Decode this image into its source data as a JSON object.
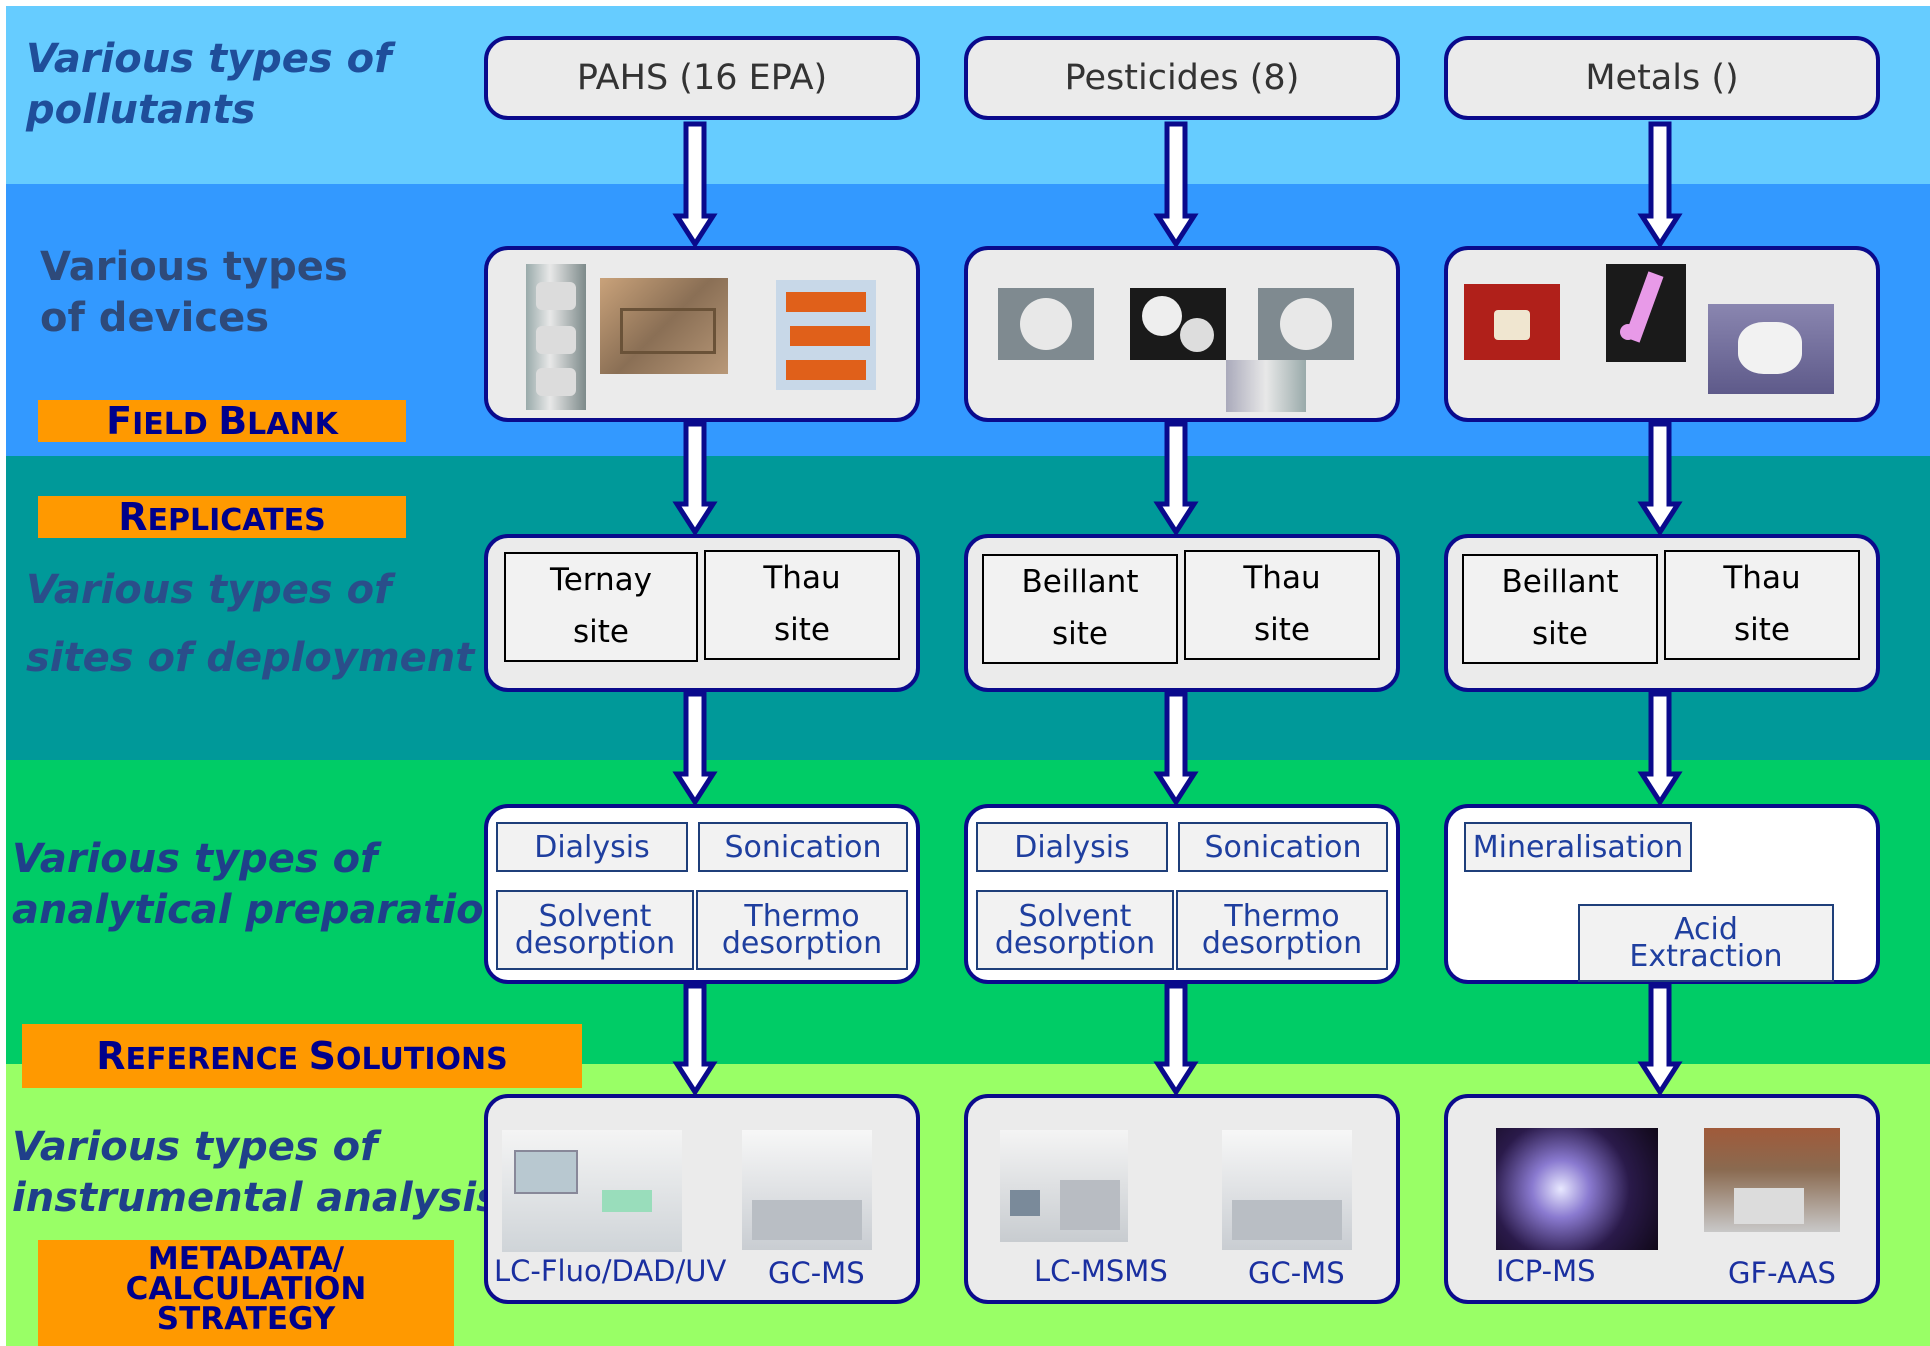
{
  "row_labels": {
    "pollutants": [
      "Various types of",
      "pollutants"
    ],
    "devices": [
      "Various types",
      "of devices"
    ],
    "sites": [
      "Various types of",
      "sites of deployment"
    ],
    "preparation": [
      "Various types of",
      "analytical preparation"
    ],
    "instrumental": [
      "Various types of",
      "instrumental analysis"
    ]
  },
  "tags": {
    "field_blank": {
      "first": "F",
      "rest": "IELD ",
      "first2": "B",
      "rest2": "LANK"
    },
    "replicates": {
      "first": "R",
      "rest": "EPLICATES"
    },
    "reference_solutions": {
      "first": "R",
      "rest": "EFERENCE ",
      "first2": "S",
      "rest2": "OLUTIONS"
    },
    "metadata": [
      "METADATA/",
      "CALCULATION",
      "STRATEGY"
    ]
  },
  "columns": [
    {
      "pollutant": "PAHS (16 EPA)",
      "sites": [
        [
          "Ternay",
          "site"
        ],
        [
          "Thau",
          "site"
        ]
      ],
      "prep": [
        [
          "Dialysis"
        ],
        [
          "Sonication"
        ],
        [
          "Solvent",
          "desorption"
        ],
        [
          "Thermo",
          "desorption"
        ]
      ],
      "instruments": [
        "LC-Fluo/DAD/UV",
        "GC-MS"
      ]
    },
    {
      "pollutant": "Pesticides (8)",
      "sites": [
        [
          "Beillant",
          "site"
        ],
        [
          "Thau",
          "site"
        ]
      ],
      "prep": [
        [
          "Dialysis"
        ],
        [
          "Sonication"
        ],
        [
          "Solvent",
          "desorption"
        ],
        [
          "Thermo",
          "desorption"
        ]
      ],
      "instruments": [
        "LC-MSMS",
        "GC-MS"
      ]
    },
    {
      "pollutant": "Metals ()",
      "sites": [
        [
          "Beillant",
          "site"
        ],
        [
          "Thau",
          "site"
        ]
      ],
      "prep": [
        [
          "Mineralisation"
        ],
        [
          "Acid",
          "Extraction"
        ]
      ],
      "instruments": [
        "ICP-MS",
        "GF-AAS"
      ]
    }
  ],
  "colors": {
    "band_pollutants": "#66ccff",
    "band_devices": "#3399ff",
    "band_sites": "#009999",
    "band_prep": "#00cc66",
    "band_instr": "#99ff66",
    "tag": "#ff9900",
    "box_border": "#0a0a8c"
  }
}
